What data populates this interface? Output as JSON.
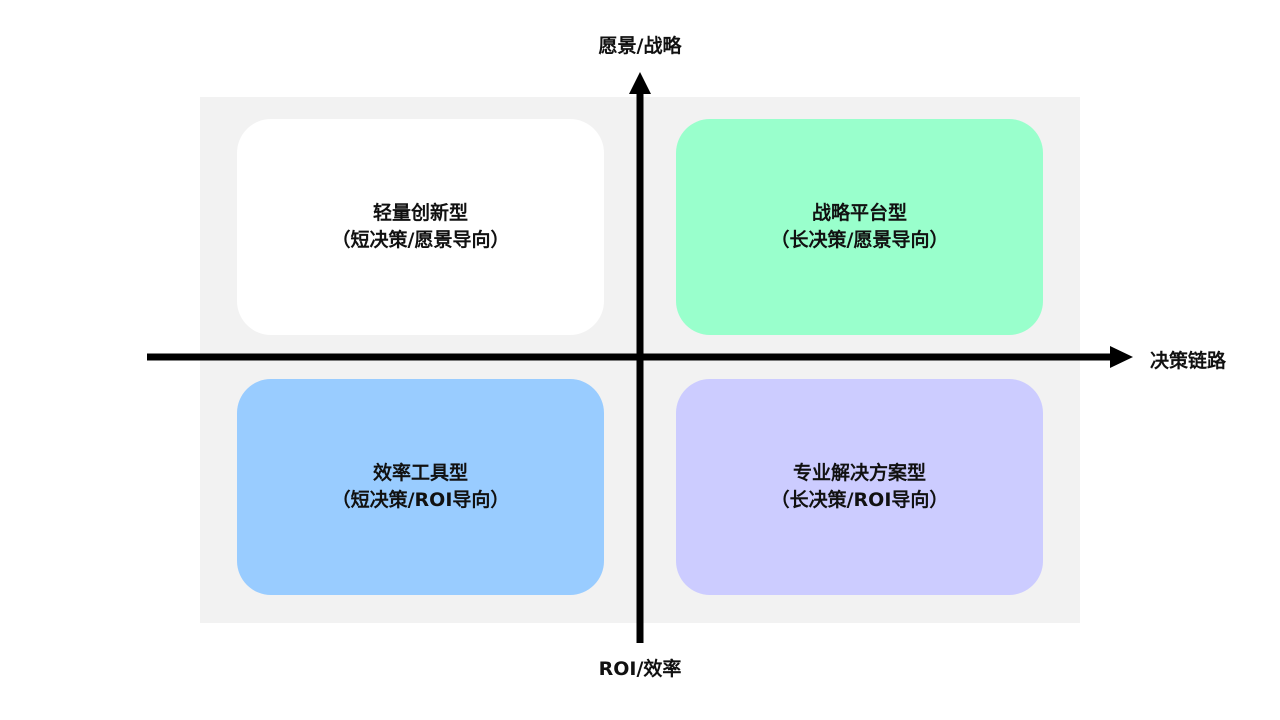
{
  "axes": {
    "y_top_label": "愿景/战略",
    "y_bottom_label": "ROI/效率",
    "x_right_label": "决策链路"
  },
  "quadrants": {
    "top_left": {
      "title": "轻量创新型",
      "subtitle": "（短决策/愿景导向）",
      "color": "#ffffff"
    },
    "top_right": {
      "title": "战略平台型",
      "subtitle": "（长决策/愿景导向）",
      "color": "#99ffcc"
    },
    "bottom_left": {
      "title": "效率工具型",
      "subtitle": "（短决策/ROI导向）",
      "color": "#99ccff"
    },
    "bottom_right": {
      "title": "专业解决方案型",
      "subtitle": "（长决策/ROI导向）",
      "color": "#ccccff"
    }
  },
  "colors": {
    "background_panel": "#f2f2f2",
    "axis": "#000000"
  }
}
